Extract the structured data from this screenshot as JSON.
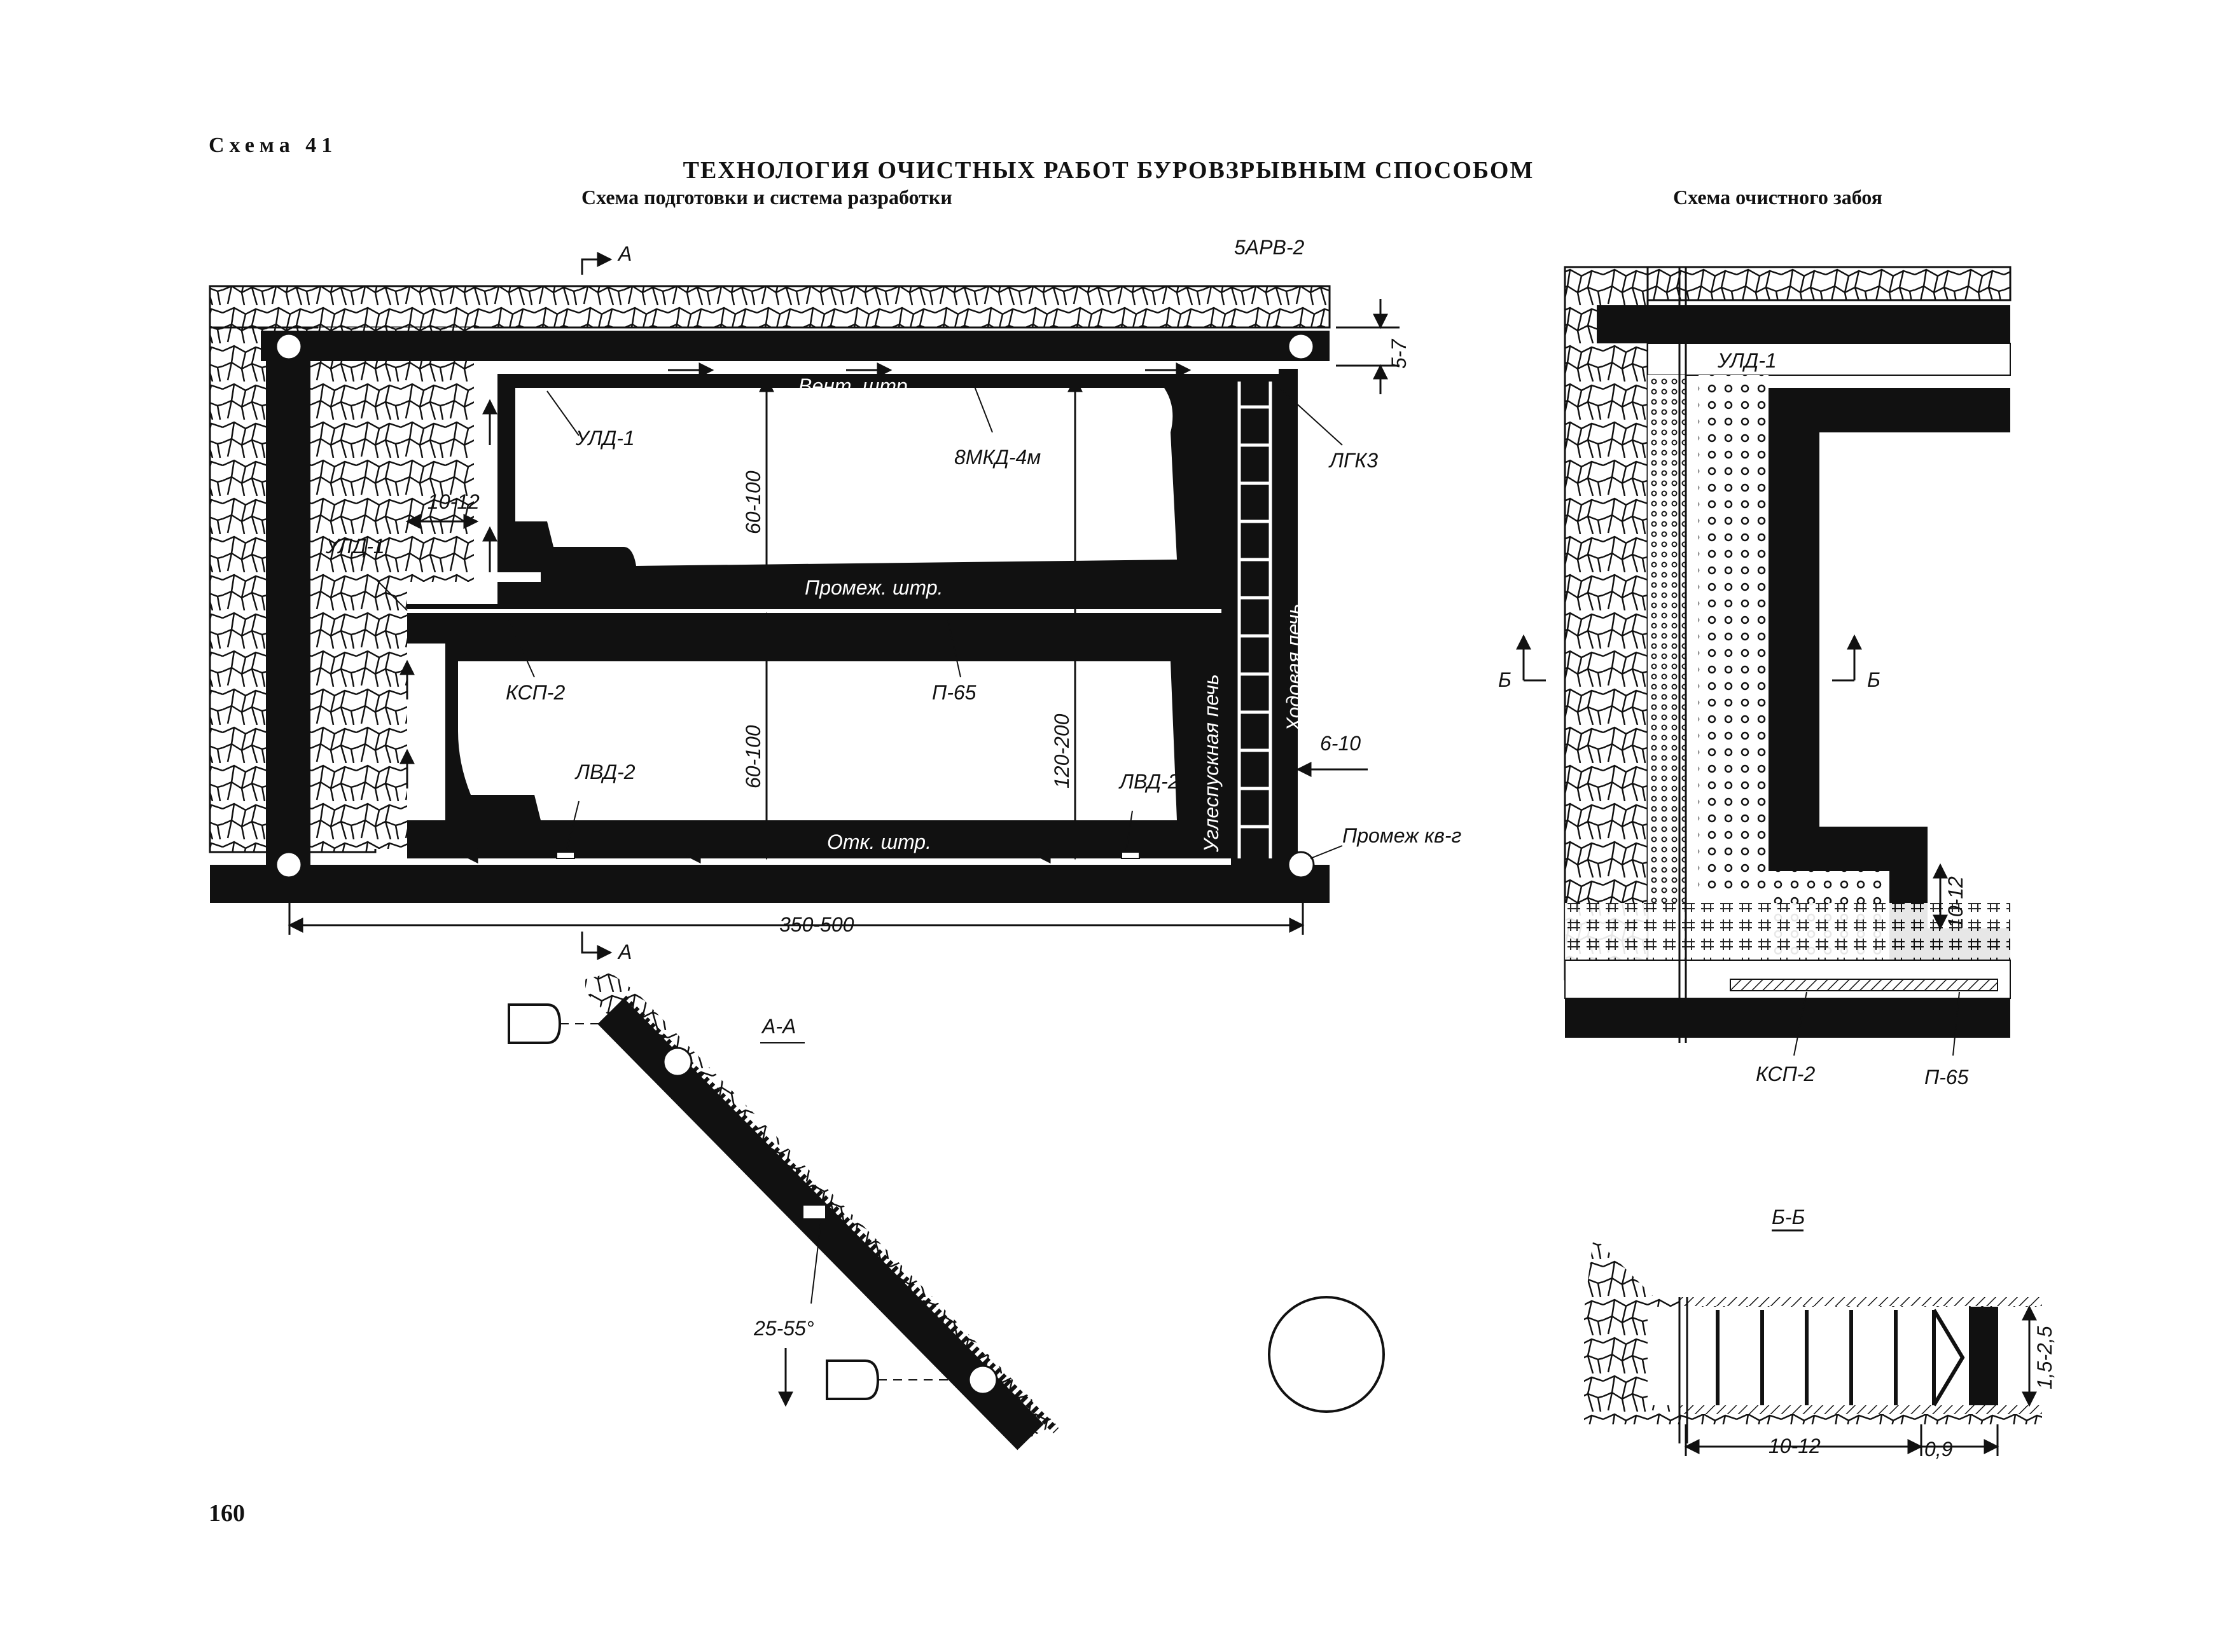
{
  "header": {
    "scheme_label": "Схема 41",
    "title": "ТЕХНОЛОГИЯ ОЧИСТНЫХ РАБОТ БУРОВЗРЫВНЫМ СПОСОБОМ",
    "subtitle_left": "Схема подготовки и система разработки",
    "subtitle_right": "Схема очистного забоя"
  },
  "plan": {
    "section_marker_top": "А",
    "section_marker_bottom": "А",
    "labels": {
      "barv": "5АРВ-2",
      "uld1_top": "УЛД-1",
      "uld1_left": "УЛД-1",
      "mkd": "8МКД-4м",
      "lgk": "ЛГК3",
      "ksp": "КСП-2",
      "p65": "П-65",
      "lvd_left": "ЛВД-2",
      "lvd_right": "ЛВД-2",
      "vent_drift": "Вент. штр.",
      "interm_drift": "Промеж. штр.",
      "haul_drift": "Отк. штр.",
      "coal_chute": "Углеспускная печь",
      "travel_chute": "Ходовая печь",
      "interm_crosscut": "Промеж кв-г"
    },
    "dims": {
      "d_5_7": "5-7",
      "d_10_12": "10-12",
      "d_60_100_top": "60-100",
      "d_60_100_bottom": "60-100",
      "d_120_200": "120-200",
      "d_6_10": "6-10",
      "d_350_500": "350-500"
    }
  },
  "section_aa": {
    "title": "А-А",
    "angle": "25-55°"
  },
  "face": {
    "marker_left": "Б",
    "marker_right": "Б",
    "uld": "УЛД-1",
    "d_10_12": "10-12",
    "ksp": "КСП-2",
    "p65": "П-65"
  },
  "section_bb": {
    "title": "Б-Б",
    "d_1_5_2_5": "1,5-2,5",
    "d_10_12": "10-12",
    "d_0_9": "0,9"
  },
  "page_number": "160"
}
